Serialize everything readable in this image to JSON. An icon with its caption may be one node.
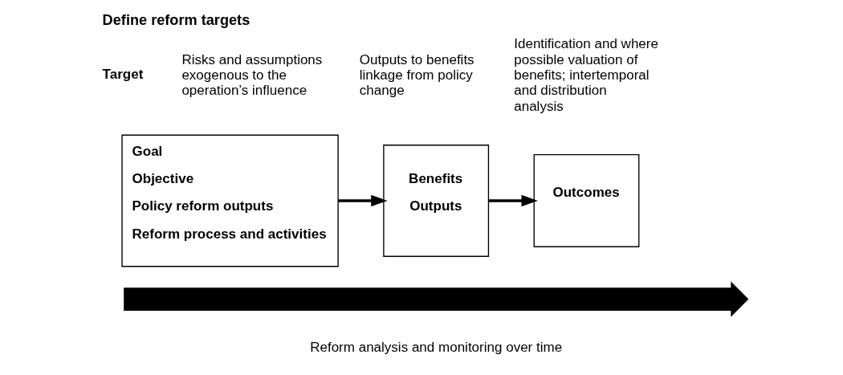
{
  "diagram": {
    "title": "Define reform targets",
    "nodes": [
      {
        "text": [
          "Goal",
          "Objective",
          "Policy reform outputs",
          "Reform process and activities"
        ],
        "beside": [
          "Risks and assumptions exogenous to the operation’s influence"
        ]
      },
      {
        "text": [
          "Benefits",
          "Outputs"
        ],
        "beside": [
          "Outputs to benefits linkage from policy change"
        ]
      },
      {
        "text": [
          "Outcomes"
        ],
        "beside": [
          "Identification and where possible valuation of benefits; intertemporal and distribution analysis"
        ]
      },
      {
        "text": [],
        "shape": "arrow",
        "beside": [
          "Reform analysis and monitoring over time"
        ]
      }
    ],
    "edges": [
      {
        "from": 0,
        "to": 1,
        "arrow": "to"
      },
      {
        "from": 1,
        "to": 2,
        "arrow": "to"
      }
    ],
    "labels": [
      "Target"
    ]
  }
}
